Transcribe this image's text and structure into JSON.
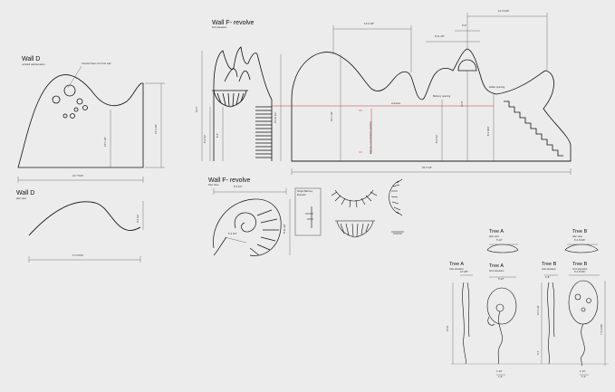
{
  "wall_d_elevation": {
    "title": "Wall D",
    "subtitle": "unrolled wall elevation",
    "callout": "Circular holes cut in the wall",
    "dim_width": "21'-7 5/16\"",
    "dim_height_inner": "13'-1 1/2\"",
    "dim_height_right": "15'-1 3/4\""
  },
  "wall_d_plan": {
    "title": "Wall D",
    "subtitle": "plan view",
    "dim_width": "17'-9 5/16\"",
    "dim_depth": "8'-3 1/2\""
  },
  "wall_f_elevation": {
    "title": "Wall F- revolve",
    "subtitle": "front elevation",
    "dim_left_total": "19'-0\"",
    "dim_left_lower": "8'-3 1/2\"",
    "dim_mid_lower": "6'-5\"",
    "dim_mid_right": "15'-10 1/2\"",
    "dim_top_span": "13'-9 7/8\"",
    "dim_top_right": "12'-3 3/16\"",
    "dim_top_small": "9'-0\"",
    "dim_center_width": "8'-11 1/8\"",
    "dim_center_height": "16'-1 1/2\"",
    "dim_balcony_height": "8'-3 1/2\"",
    "dim_right_height": "8'-3 3/16\"",
    "dim_opening": "10'-6\"",
    "dim_base": "45'-2 3/4\"",
    "label_balcony": "Balcony opening",
    "label_ladder": "ladder opening",
    "label_entrance": "entrance",
    "label_vertical_note": "balcony over entrance opening"
  },
  "wall_f_plan": {
    "title": "Wall F- revolve",
    "subtitle": "Plan View",
    "dim_width": "8'-0 1/2\"",
    "dim_depth": "8'-11 1/8\"",
    "dim_inner": "6'-4 3/4\""
  },
  "balcony_detail": {
    "title": "Single Balcony",
    "subtitle": "Extruder"
  },
  "tree_a_plan": {
    "title": "Tree A",
    "subtitle": "plan view",
    "dim": "5'-10\""
  },
  "tree_b_plan": {
    "title": "Tree B",
    "subtitle": "plan view",
    "dim": "6'-4 15/16\""
  },
  "tree_a_side": {
    "title": "Tree A",
    "subtitle": "side elevation",
    "dim_top": "10'-3/8\"",
    "dim_height": "15'-6\""
  },
  "tree_a_front": {
    "title": "Tree A",
    "subtitle": "front elevation",
    "dim_top": "5'-10\"",
    "dim_bottom": "1'-10\"",
    "dim_bottom2": "1'-0\""
  },
  "tree_b_side": {
    "title": "Tree B",
    "subtitle": "side elevation",
    "dim_top": "1'-8\"",
    "dim_height": "15'-5 1/2\"",
    "dim_lower": "5'-1\""
  },
  "tree_b_front": {
    "title": "Tree B",
    "subtitle": "front elevation",
    "dim_top": "6'-4 15/16\"",
    "dim_right": "7'-5 13/16\"",
    "dim_bottom": "1'-10\"",
    "dim_bottom2": "1'-0\""
  }
}
